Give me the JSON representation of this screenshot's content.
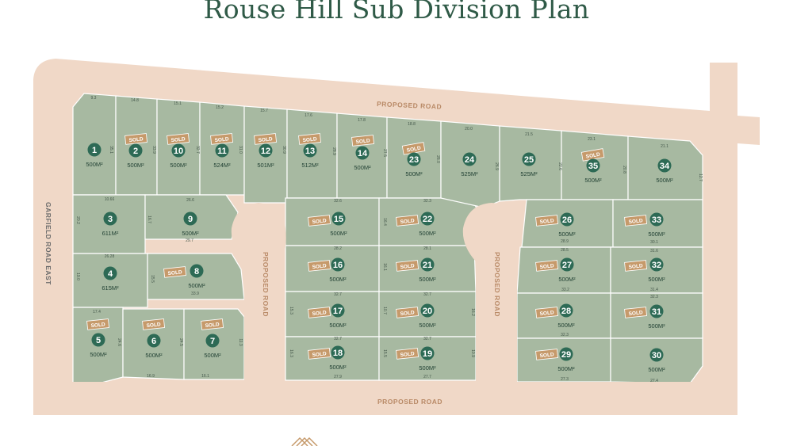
{
  "title": "Rouse Hill Sub Division Plan",
  "sold_label": "SOLD",
  "roads": {
    "top": "PROPOSED ROAD",
    "bottom": "PROPOSED ROAD",
    "center_left": "PROPOSED ROAD",
    "center_right": "PROPOSED ROAD",
    "left": "GARFIELD ROAD EAST"
  },
  "colors": {
    "road": "#f0d8c7",
    "lot": "#a7b9a1",
    "lot_badge": "#2d6a55",
    "sold_tag": "#c69a6b",
    "title": "#2f5a47"
  },
  "lots": [
    {
      "id": "1",
      "area": "500M²",
      "sold": false
    },
    {
      "id": "2",
      "area": "500M²",
      "sold": true
    },
    {
      "id": "3",
      "area": "611M²",
      "sold": false
    },
    {
      "id": "4",
      "area": "615M²",
      "sold": false
    },
    {
      "id": "5",
      "area": "500M²",
      "sold": true
    },
    {
      "id": "6",
      "area": "500M²",
      "sold": true
    },
    {
      "id": "7",
      "area": "500M²",
      "sold": true
    },
    {
      "id": "8",
      "area": "500M²",
      "sold": true
    },
    {
      "id": "9",
      "area": "500M²",
      "sold": false
    },
    {
      "id": "10",
      "area": "500M²",
      "sold": true
    },
    {
      "id": "11",
      "area": "524M²",
      "sold": true
    },
    {
      "id": "12",
      "area": "501M²",
      "sold": true
    },
    {
      "id": "13",
      "area": "512M²",
      "sold": true
    },
    {
      "id": "14",
      "area": "500M²",
      "sold": true
    },
    {
      "id": "15",
      "area": "500M²",
      "sold": true
    },
    {
      "id": "16",
      "area": "500M²",
      "sold": true
    },
    {
      "id": "17",
      "area": "500M²",
      "sold": true
    },
    {
      "id": "18",
      "area": "500M²",
      "sold": true
    },
    {
      "id": "19",
      "area": "500M²",
      "sold": true
    },
    {
      "id": "20",
      "area": "500M²",
      "sold": true
    },
    {
      "id": "21",
      "area": "500M²",
      "sold": true
    },
    {
      "id": "22",
      "area": "500M²",
      "sold": true
    },
    {
      "id": "23",
      "area": "500M²",
      "sold": true
    },
    {
      "id": "24",
      "area": "525M²",
      "sold": false
    },
    {
      "id": "25",
      "area": "525M²",
      "sold": false
    },
    {
      "id": "26",
      "area": "500M²",
      "sold": true
    },
    {
      "id": "27",
      "area": "500M²",
      "sold": true
    },
    {
      "id": "28",
      "area": "500M²",
      "sold": true
    },
    {
      "id": "29",
      "area": "500M²",
      "sold": true
    },
    {
      "id": "30",
      "area": "500M²",
      "sold": false
    },
    {
      "id": "31",
      "area": "500M²",
      "sold": true
    },
    {
      "id": "32",
      "area": "500M²",
      "sold": true
    },
    {
      "id": "33",
      "area": "500M²",
      "sold": true
    },
    {
      "id": "34",
      "area": "500M²",
      "sold": false
    },
    {
      "id": "35",
      "area": "500M²",
      "sold": true
    }
  ],
  "dimensions": [
    "9.3",
    "14.8",
    "15.1",
    "15.2",
    "15.7",
    "17.6",
    "17.8",
    "18.8",
    "20.0",
    "21.5",
    "23.1",
    "21.1",
    "10.66",
    "26.6",
    "29.7",
    "26.28",
    "33.9",
    "17.4",
    "16.9",
    "16.1",
    "32.6",
    "32.3",
    "28.2",
    "28.1",
    "32.7",
    "32.7",
    "32.7",
    "32.7",
    "27.9",
    "27.7",
    "28.9",
    "28.5",
    "30.1",
    "31.6",
    "33.2",
    "31.4",
    "32.3",
    "32.3",
    "27.3",
    "27.4",
    "35.1",
    "33.9",
    "32.7",
    "31.0",
    "30.9",
    "28.9",
    "27.5",
    "26.0",
    "26.9",
    "22.6",
    "20.8",
    "12.7",
    "20.2",
    "19.0",
    "16.7",
    "15.5",
    "24.6",
    "24.5",
    "11.3",
    "16.4",
    "16.1",
    "15.3",
    "10.7",
    "16.2",
    "16.3",
    "15.5",
    "10.9"
  ]
}
